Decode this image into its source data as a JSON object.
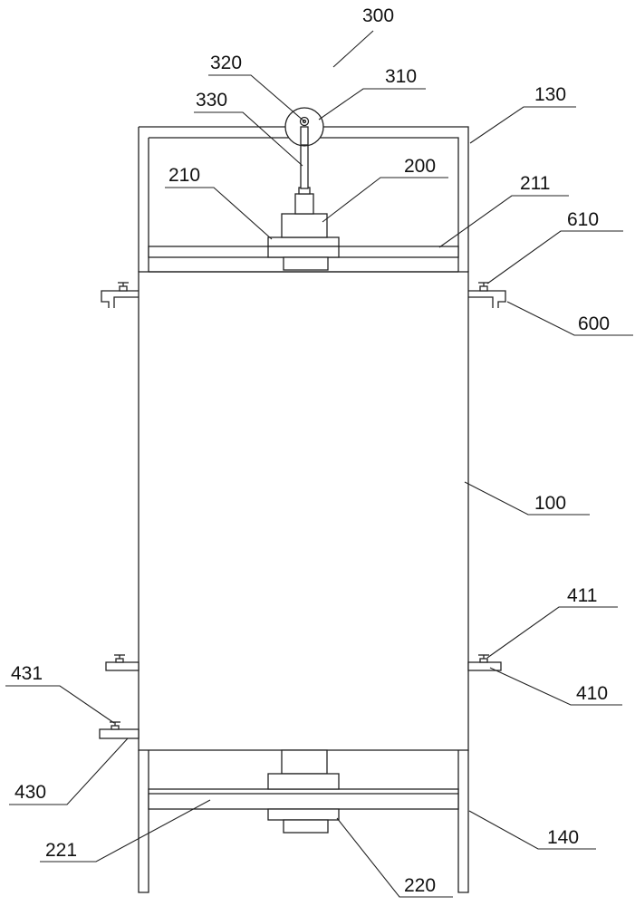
{
  "labels": {
    "l300": "300",
    "l320": "320",
    "l310": "310",
    "l330": "330",
    "l130": "130",
    "l200": "200",
    "l210": "210",
    "l211": "211",
    "l610": "610",
    "l600": "600",
    "l100": "100",
    "l411": "411",
    "l410": "410",
    "l431": "431",
    "l430": "430",
    "l221": "221",
    "l140": "140",
    "l220": "220"
  }
}
